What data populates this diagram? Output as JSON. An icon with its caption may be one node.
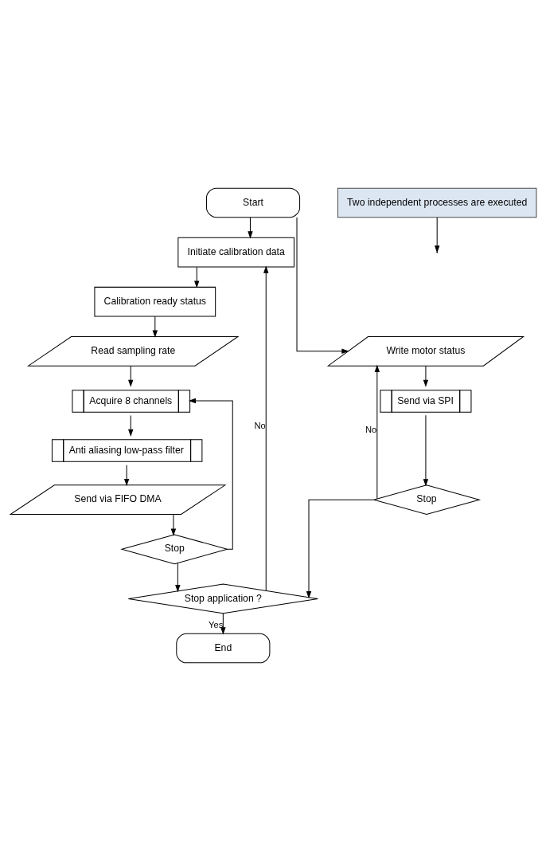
{
  "diagram": {
    "nodes": [
      {
        "text": [
          "Start"
        ]
      },
      {
        "text": [
          "Two independent processes are executed"
        ]
      },
      {
        "text": [
          "Initiate calibration data"
        ]
      },
      {
        "text": [
          "Calibration ready status"
        ]
      },
      {
        "text": [
          "Read sampling rate"
        ]
      },
      {
        "text": [
          "Acquire 8 channels"
        ]
      },
      {
        "text": [
          "Anti aliasing low-pass filter"
        ]
      },
      {
        "text": [
          "Send via FIFO DMA"
        ]
      },
      {
        "text": [
          "Stop"
        ]
      },
      {
        "text": [
          "Write motor status"
        ]
      },
      {
        "text": [
          "Send via SPI"
        ]
      },
      {
        "text": [
          "Stop"
        ]
      },
      {
        "text": [
          "Stop application ?"
        ]
      },
      {
        "text": [
          "End"
        ]
      }
    ],
    "edges": [
      {
        "from": 0,
        "to": 2,
        "arrow": "to"
      },
      {
        "from": 0,
        "to": 9,
        "arrow": "to"
      },
      {
        "from": 1,
        "to": null,
        "arrow": "to"
      },
      {
        "from": 2,
        "to": 3,
        "arrow": "to"
      },
      {
        "from": 3,
        "to": 4,
        "arrow": "to"
      },
      {
        "from": 4,
        "to": 5,
        "arrow": "to"
      },
      {
        "from": 5,
        "to": 6,
        "arrow": "to"
      },
      {
        "from": 6,
        "to": 7,
        "arrow": "to"
      },
      {
        "from": 7,
        "to": 8,
        "arrow": "to"
      },
      {
        "from": 8,
        "to": 5,
        "arrow": "to"
      },
      {
        "from": 9,
        "to": 10,
        "arrow": "to"
      },
      {
        "from": 10,
        "to": 11,
        "arrow": "to"
      },
      {
        "from": 11,
        "to": 9,
        "arrow": "to",
        "label": "No"
      },
      {
        "from": 8,
        "to": 12,
        "arrow": "to"
      },
      {
        "from": 11,
        "to": 12,
        "arrow": "to"
      },
      {
        "from": 12,
        "to": 2,
        "arrow": "to",
        "label": "No"
      },
      {
        "from": 12,
        "to": 13,
        "arrow": "to",
        "label": "Yes"
      }
    ]
  }
}
